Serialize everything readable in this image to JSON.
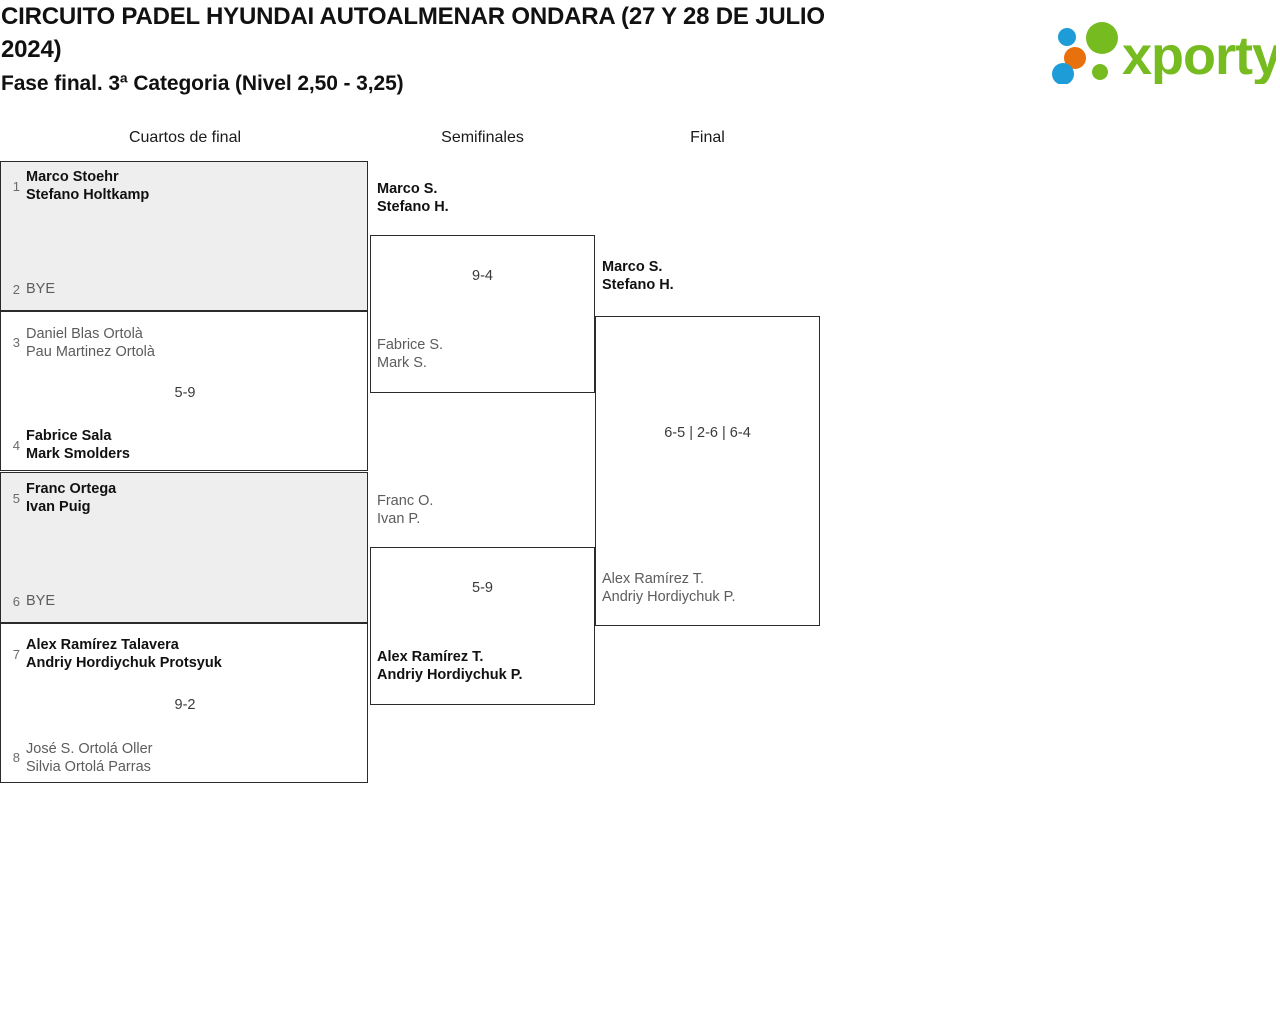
{
  "header": {
    "title_line1": "CIRCUITO PADEL HYUNDAI AUTOALMENAR ONDARA (27 Y 28 DE JULIO 2024)",
    "title_line2": "Fase final. 3ª Categoria (Nivel 2,50 - 3,25)",
    "logo_text": "xporty"
  },
  "colors": {
    "logo_green": "#76bc21",
    "logo_blue": "#1e9cd7",
    "logo_orange": "#e8700d",
    "shaded_row": "#eeeeee",
    "border": "#2b2b2b",
    "loser_text": "#5c5c5c",
    "winner_text": "#111111"
  },
  "rounds": [
    {
      "label": "Cuartos de final"
    },
    {
      "label": "Semifinales"
    },
    {
      "label": "Final"
    }
  ],
  "quarterfinals": [
    {
      "top": {
        "seed": "1",
        "line1": "Marco Stoehr",
        "line2": "Stefano Holtkamp",
        "result": "winner"
      },
      "bottom": {
        "seed": "2",
        "line1": "BYE",
        "line2": "",
        "result": "bye"
      },
      "score": ""
    },
    {
      "top": {
        "seed": "3",
        "line1": "Daniel Blas Ortolà",
        "line2": "Pau Martinez Ortolà",
        "result": "loser"
      },
      "bottom": {
        "seed": "4",
        "line1": "Fabrice Sala",
        "line2": "Mark Smolders",
        "result": "winner"
      },
      "score": "5-9"
    },
    {
      "top": {
        "seed": "5",
        "line1": "Franc Ortega",
        "line2": "Ivan Puig",
        "result": "winner"
      },
      "bottom": {
        "seed": "6",
        "line1": "BYE",
        "line2": "",
        "result": "bye"
      },
      "score": ""
    },
    {
      "top": {
        "seed": "7",
        "line1": "Alex Ramírez Talavera",
        "line2": "Andriy Hordiychuk Protsyuk",
        "result": "winner"
      },
      "bottom": {
        "seed": "8",
        "line1": "José S. Ortolá Oller",
        "line2": "Silvia Ortolá Parras",
        "result": "loser"
      },
      "score": "9-2"
    }
  ],
  "semifinals": [
    {
      "top": {
        "line1": "Marco S.",
        "line2": "Stefano H.",
        "result": "winner"
      },
      "bottom": {
        "line1": "Fabrice S.",
        "line2": "Mark S.",
        "result": "loser"
      },
      "score": "9-4"
    },
    {
      "top": {
        "line1": "Franc O.",
        "line2": "Ivan P.",
        "result": "loser"
      },
      "bottom": {
        "line1": "Alex Ramírez T.",
        "line2": "Andriy Hordiychuk P.",
        "result": "winner"
      },
      "score": "5-9"
    }
  ],
  "final": {
    "top": {
      "line1": "Marco S.",
      "line2": "Stefano H.",
      "result": "winner"
    },
    "bottom": {
      "line1": "Alex Ramírez T.",
      "line2": "Andriy Hordiychuk P.",
      "result": "loser"
    },
    "score": "6-5 | 2-6 | 6-4"
  }
}
